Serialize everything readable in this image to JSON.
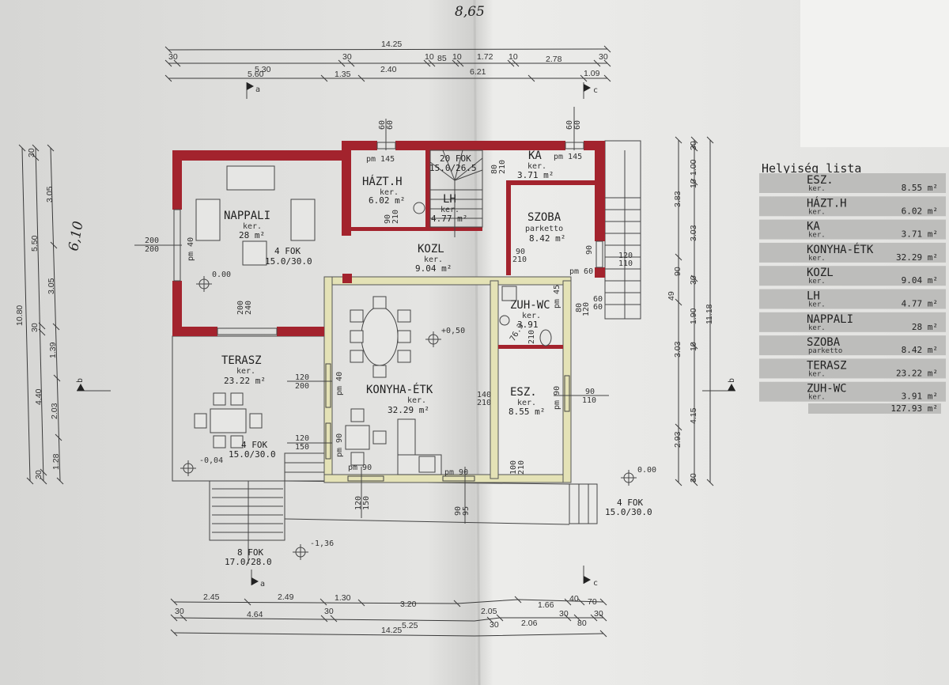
{
  "handwritten": {
    "top": "8,65",
    "left": "6,10"
  },
  "dims": {
    "top_total": "14.25",
    "top_row2": [
      "30",
      "5.30",
      "30",
      "2.40",
      "10",
      "85",
      "10",
      "1.72",
      "10",
      "2.78",
      "30"
    ],
    "top_row3": [
      "5.60",
      "1.35",
      "6.21",
      "1.09"
    ],
    "bottom_row1": [
      "2.45",
      "2.49",
      "1.30",
      "3.20",
      "2.05",
      "1.66",
      "40",
      "70"
    ],
    "bottom_row2": [
      "30",
      "4.64",
      "30",
      "5.25",
      "30",
      "2.06",
      "30",
      "80",
      "30"
    ],
    "bottom_total": "14.25",
    "left_total": "10.80",
    "left_row2": [
      "30",
      "5.50",
      "30",
      "4.40",
      "30"
    ],
    "left_row3": [
      "3.05",
      "3.05",
      "1.39",
      "2.03",
      "1.28"
    ],
    "right_row1": [
      "3.83",
      "90",
      "49",
      "3.03",
      "2.93"
    ],
    "right_row2": [
      "30",
      "1.00",
      "10",
      "3.03",
      "30",
      "1.90",
      "10",
      "4.15",
      "30"
    ],
    "right_total": "11.18"
  },
  "section_marks": {
    "a": "a",
    "b": "b",
    "c": "c"
  },
  "rooms": {
    "nappali": {
      "name": "NAPPALI",
      "floor": "ker.",
      "area": "28 m²"
    },
    "haztart": {
      "name": "HÁZT.H",
      "floor": "ker.",
      "area": "6.02 m²"
    },
    "lh": {
      "name": "LH",
      "floor": "ker.",
      "area": "4.77 m²"
    },
    "ka": {
      "name": "KA",
      "floor": "ker.",
      "area": "3.71 m²"
    },
    "szoba": {
      "name": "SZOBA",
      "floor": "parketto",
      "area": "8.42 m²"
    },
    "kozl": {
      "name": "KOZL",
      "floor": "ker.",
      "area": "9.04 m²"
    },
    "zuhwc": {
      "name": "ZUH-WC",
      "floor": "ker.",
      "area": "3.91"
    },
    "esz": {
      "name": "ESZ.",
      "floor": "ker.",
      "area": "8.55 m²"
    },
    "konyha": {
      "name": "KONYHA-ÉTK",
      "floor": "ker.",
      "area": "32.29 m²"
    },
    "terasz": {
      "name": "TERASZ",
      "floor": "ker.",
      "area": "23.22 m²"
    }
  },
  "annotations": {
    "stairs_nappali": [
      "4 FOK",
      "15.0/30.0"
    ],
    "stairs_lh": [
      "20 FOK",
      "15.0/26.5"
    ],
    "stairs_terasz": [
      "4 FOK",
      "15.0/30.0"
    ],
    "stairs_front": [
      "8 FOK",
      "17.0/28.0"
    ],
    "stairs_esz": [
      "4 FOK",
      "15.0/30.0"
    ],
    "levels": [
      "0.00",
      "+0,50",
      "-0,04",
      "-1,36",
      "0.00"
    ],
    "openings": {
      "nappali_window": [
        "200",
        "200"
      ],
      "nappali_pm": "pm 40",
      "nappali_door": [
        "200",
        "240"
      ],
      "hazt_top": [
        "60",
        "60"
      ],
      "hazt_pm": "pm 145",
      "hazt_door": [
        "90",
        "210"
      ],
      "ka_pm": "pm 145",
      "ka_top": [
        "60",
        "60"
      ],
      "ka_door": [
        "80",
        "210"
      ],
      "szoba_door": [
        "90",
        "210"
      ],
      "szoba_window": [
        "90"
      ],
      "szoba_pm": "pm 60",
      "szoba_right": [
        "120",
        "110"
      ],
      "wc_right": [
        "60",
        "60"
      ],
      "wc_pm": "pm 45",
      "wc_small": [
        "80",
        "120"
      ],
      "wc_door": [
        "76.3",
        "210"
      ],
      "terasz_window1": [
        "120",
        "200"
      ],
      "terasz_window2": [
        "120",
        "150"
      ],
      "konyha_pm1": "pm 40",
      "konyha_pm2": "pm 90",
      "konyha_bottom_pm1": "pm 90",
      "konyha_bottom_pm2": "pm 90",
      "konyha_bottom1": [
        "120",
        "150"
      ],
      "konyha_bottom2": [
        "90",
        "95"
      ],
      "konyha_door": [
        "140",
        "210"
      ],
      "esz_window": [
        "90",
        "110"
      ],
      "esz_pm": "pm 90",
      "esz_door": [
        "100",
        "210"
      ]
    }
  },
  "room_list": {
    "title": "Helyiség lista",
    "rows": [
      {
        "name": "ESZ.",
        "floor": "ker.",
        "area": "8.55 m²"
      },
      {
        "name": "HÁZT.H",
        "floor": "ker.",
        "area": "6.02 m²"
      },
      {
        "name": "KA",
        "floor": "ker.",
        "area": "3.71 m²"
      },
      {
        "name": "KONYHA-ÉTK",
        "floor": "ker.",
        "area": "32.29 m²"
      },
      {
        "name": "KOZL",
        "floor": "ker.",
        "area": "9.04 m²"
      },
      {
        "name": "LH",
        "floor": "ker.",
        "area": "4.77 m²"
      },
      {
        "name": "NAPPALI",
        "floor": "ker.",
        "area": "28 m²"
      },
      {
        "name": "SZOBA",
        "floor": "parketto",
        "area": "8.42 m²"
      },
      {
        "name": "TERASZ",
        "floor": "ker.",
        "area": "23.22 m²"
      },
      {
        "name": "ZUH-WC",
        "floor": "ker.",
        "area": "3.91 m²"
      }
    ],
    "total": "127.93 m²"
  },
  "colors": {
    "wall": "#a3232d",
    "inner_wall": "#e4e2b6",
    "paper": "#dededc"
  }
}
